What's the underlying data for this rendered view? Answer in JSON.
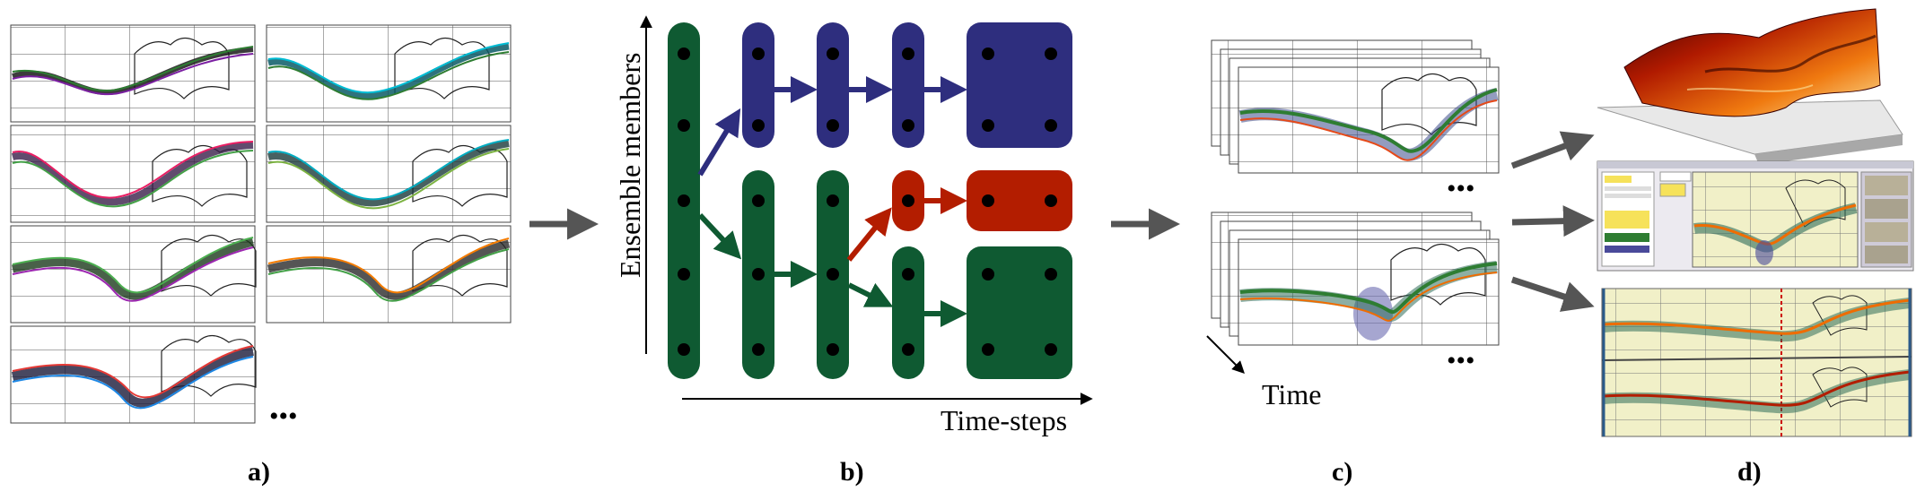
{
  "panels": {
    "a": {
      "label": "a)",
      "dots": "•••"
    },
    "b": {
      "label": "b)",
      "y_axis": "Ensemble members",
      "x_axis": "Time-steps"
    },
    "c": {
      "label": "c)",
      "dots": "•••",
      "time_label": "Time"
    },
    "d": {
      "label": "d)"
    }
  },
  "colors": {
    "cluster_blue": "#2e2e7e",
    "cluster_green": "#0f5a32",
    "cluster_red": "#b31d00",
    "arrow_gray": "#555555",
    "map_yellow": "#f1f0c8"
  }
}
